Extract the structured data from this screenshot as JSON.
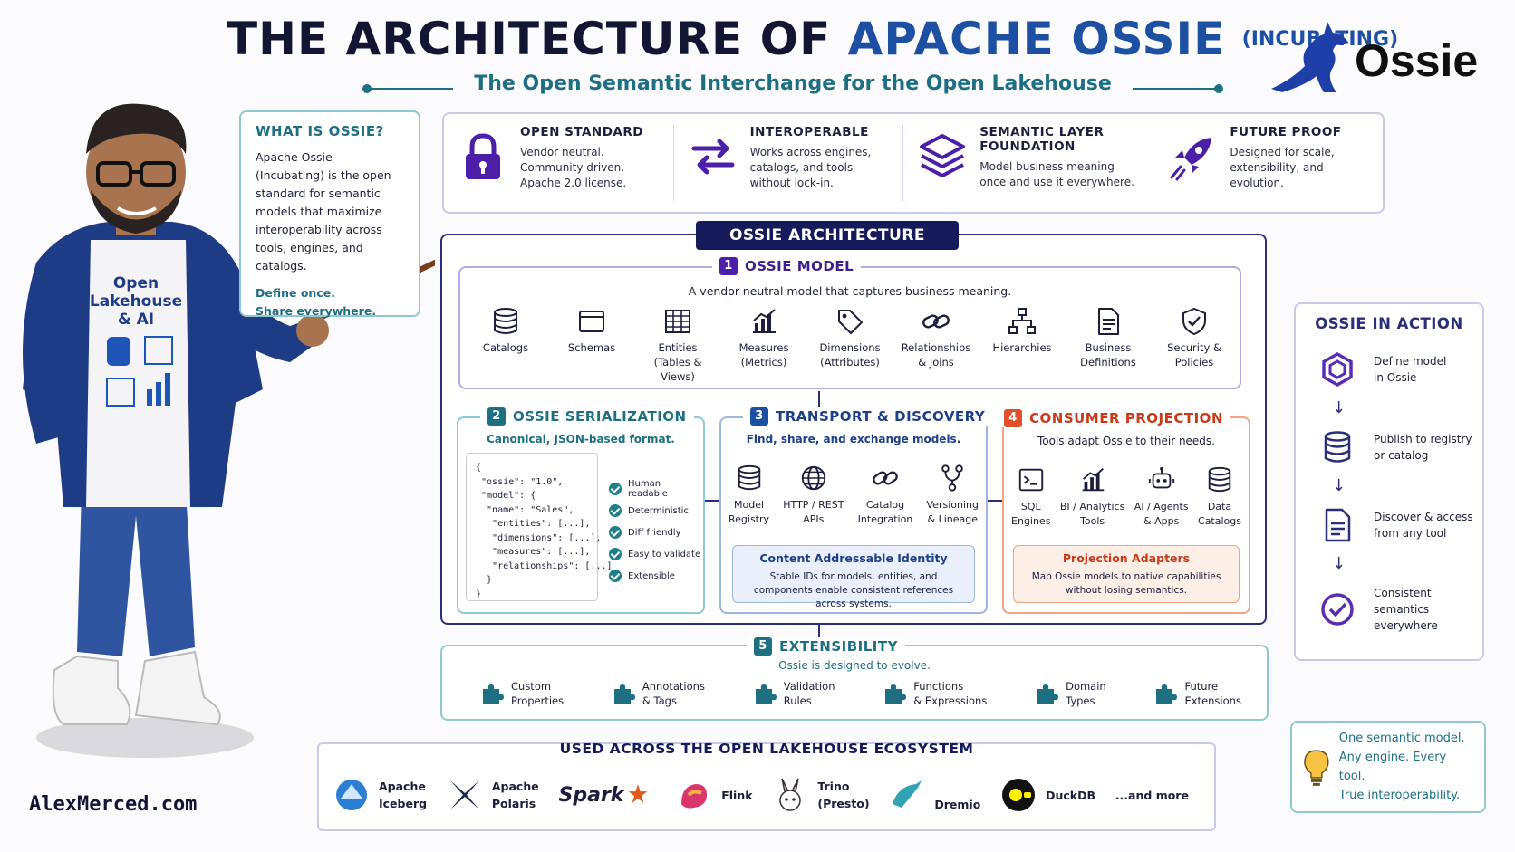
{
  "header": {
    "title_main": "THE ARCHITECTURE OF ",
    "title_accent": "APACHE OSSIE",
    "title_small": "(INCUBATING)",
    "subtitle": "The Open Semantic Interchange for the Open Lakehouse"
  },
  "logo": {
    "text": "Ossie"
  },
  "presenter": {
    "shirt_line1": "Open",
    "shirt_line2": "Lakehouse",
    "shirt_line3": "& AI"
  },
  "footer": {
    "site": "AlexMerced.com"
  },
  "what": {
    "title": "WHAT IS OSSIE?",
    "body": "Apache Ossie (Incubating) is the open standard for semantic models that maximize interoperability across tools, engines, and catalogs.",
    "tagline1": "Define once.",
    "tagline2": "Share everywhere."
  },
  "features": [
    {
      "icon": "padlock-icon",
      "title": "OPEN STANDARD",
      "body": "Vendor neutral. Community driven. Apache 2.0 license."
    },
    {
      "icon": "swap-arrows-icon",
      "title": "INTEROPERABLE",
      "body": "Works across engines, catalogs, and tools without lock-in."
    },
    {
      "icon": "layers-icon",
      "title": "SEMANTIC LAYER FOUNDATION",
      "body": "Model business meaning once and use it everywhere."
    },
    {
      "icon": "rocket-icon",
      "title": "FUTURE PROOF",
      "body": "Designed for scale, extensibility, and evolution."
    }
  ],
  "architecture": {
    "title": "OSSIE ARCHITECTURE",
    "model": {
      "num": "1",
      "title": "OSSIE MODEL",
      "desc": "A vendor-neutral model that captures business meaning.",
      "items": [
        {
          "icon": "database-icon",
          "line1": "Catalogs",
          "line2": ""
        },
        {
          "icon": "schema-window-icon",
          "line1": "Schemas",
          "line2": ""
        },
        {
          "icon": "table-grid-icon",
          "line1": "Entities",
          "line2": "(Tables & Views)"
        },
        {
          "icon": "bar-chart-icon",
          "line1": "Measures",
          "line2": "(Metrics)"
        },
        {
          "icon": "tag-icon",
          "line1": "Dimensions",
          "line2": "(Attributes)"
        },
        {
          "icon": "chain-link-icon",
          "line1": "Relationships",
          "line2": "& Joins"
        },
        {
          "icon": "hierarchy-icon",
          "line1": "Hierarchies",
          "line2": ""
        },
        {
          "icon": "document-icon",
          "line1": "Business",
          "line2": "Definitions"
        },
        {
          "icon": "shield-check-icon",
          "line1": "Security &",
          "line2": "Policies"
        }
      ]
    },
    "serialization": {
      "num": "2",
      "title": "OSSIE SERIALIZATION",
      "desc": "Canonical, JSON-based format.",
      "code": "{\n \"ossie\": \"1.0\",\n \"model\": {\n  \"name\": \"Sales\",\n   \"entities\": [...],\n   \"dimensions\": [...],\n   \"measures\": [...],\n   \"relationships\": [...]\n  }\n}",
      "checks": [
        "Human readable",
        "Deterministic",
        "Diff friendly",
        "Easy to validate",
        "Extensible"
      ]
    },
    "transport": {
      "num": "3",
      "title": "TRANSPORT & DISCOVERY",
      "desc": "Find, share, and exchange models.",
      "items": [
        {
          "icon": "database-icon",
          "line1": "Model",
          "line2": "Registry"
        },
        {
          "icon": "globe-icon",
          "line1": "HTTP / REST",
          "line2": "APIs"
        },
        {
          "icon": "chain-link-icon",
          "line1": "Catalog",
          "line2": "Integration"
        },
        {
          "icon": "branch-icon",
          "line1": "Versioning",
          "line2": "& Lineage"
        }
      ],
      "box_title": "Content Addressable Identity",
      "box_body": "Stable IDs for models, entities, and components enable consistent references across systems."
    },
    "consumer": {
      "num": "4",
      "title": "CONSUMER PROJECTION",
      "desc": "Tools adapt Ossie to their needs.",
      "items": [
        {
          "icon": "terminal-icon",
          "line1": "SQL",
          "line2": "Engines"
        },
        {
          "icon": "bar-chart-icon",
          "line1": "BI / Analytics",
          "line2": "Tools"
        },
        {
          "icon": "robot-icon",
          "line1": "AI / Agents",
          "line2": "& Apps"
        },
        {
          "icon": "database-icon",
          "line1": "Data",
          "line2": "Catalogs"
        }
      ],
      "box_title": "Projection Adapters",
      "box_body": "Map Ossie models to native capabilities without losing semantics."
    }
  },
  "extensibility": {
    "num": "5",
    "title": "EXTENSIBILITY",
    "desc": "Ossie is designed to evolve.",
    "items": [
      {
        "line1": "Custom",
        "line2": "Properties"
      },
      {
        "line1": "Annotations",
        "line2": "& Tags"
      },
      {
        "line1": "Validation",
        "line2": "Rules"
      },
      {
        "line1": "Functions",
        "line2": "& Expressions"
      },
      {
        "line1": "Domain",
        "line2": "Types"
      },
      {
        "line1": "Future",
        "line2": "Extensions"
      }
    ]
  },
  "ecosystem": {
    "title": "USED ACROSS THE OPEN LAKEHOUSE ECOSYSTEM",
    "items": [
      {
        "icon": "iceberg-logo-icon",
        "line1": "Apache",
        "line2": "Iceberg"
      },
      {
        "icon": "polaris-logo-icon",
        "line1": "Apache",
        "line2": "Polaris"
      },
      {
        "icon": "spark-logo-icon",
        "line1": "Spark",
        "line2": ""
      },
      {
        "icon": "flink-logo-icon",
        "line1": "Flink",
        "line2": ""
      },
      {
        "icon": "trino-logo-icon",
        "line1": "Trino",
        "line2": "(Presto)"
      },
      {
        "icon": "dremio-logo-icon",
        "line1": "Dremio",
        "line2": ""
      },
      {
        "icon": "duckdb-logo-icon",
        "line1": "DuckDB",
        "line2": ""
      },
      {
        "icon": "",
        "line1": "...and more",
        "line2": ""
      }
    ]
  },
  "action": {
    "title": "OSSIE IN ACTION",
    "steps": [
      {
        "icon": "hexagon-icon",
        "line1": "Define model",
        "line2": "in Ossie"
      },
      {
        "icon": "database-icon",
        "line1": "Publish to registry",
        "line2": "or catalog"
      },
      {
        "icon": "document-icon",
        "line1": "Discover & access",
        "line2": "from any tool"
      },
      {
        "icon": "check-circle-icon",
        "line1": "Consistent semantics",
        "line2": "everywhere"
      }
    ]
  },
  "callout": {
    "line1": "One semantic model.",
    "line2": "Any engine. Every tool.",
    "line3": "True interoperability."
  },
  "colors": {
    "navy": "#141a5a",
    "teal": "#1f6f83",
    "purple": "#5b2db3",
    "blue": "#1d4fa3",
    "orange": "#e0502b"
  }
}
